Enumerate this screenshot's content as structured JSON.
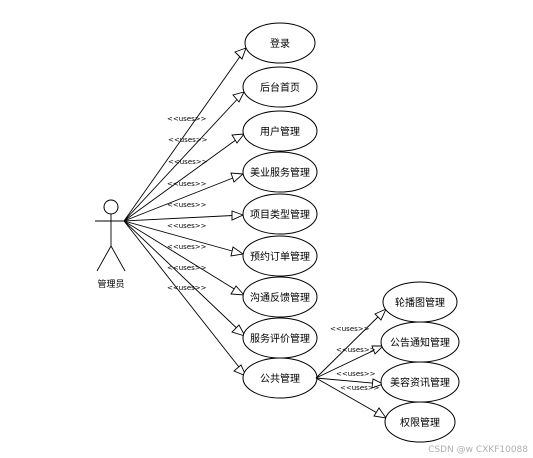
{
  "actor": {
    "label": "管理员"
  },
  "use_cases": [
    {
      "id": "uc1",
      "label": "登录"
    },
    {
      "id": "uc2",
      "label": "后台首页"
    },
    {
      "id": "uc3",
      "label": "用户管理"
    },
    {
      "id": "uc4",
      "label": "美业服务管理"
    },
    {
      "id": "uc5",
      "label": "项目类型管理"
    },
    {
      "id": "uc6",
      "label": "预约订单管理"
    },
    {
      "id": "uc7",
      "label": "沟通反馈管理"
    },
    {
      "id": "uc8",
      "label": "服务评价管理"
    },
    {
      "id": "uc9",
      "label": "公共管理"
    }
  ],
  "sub_use_cases": [
    {
      "id": "sub1",
      "label": "轮播图管理"
    },
    {
      "id": "sub2",
      "label": "公告通知管理"
    },
    {
      "id": "sub3",
      "label": "美容资讯管理"
    },
    {
      "id": "sub4",
      "label": "权限管理"
    }
  ],
  "stereotype": "<<uses>>",
  "watermark": "CSDN @w CXKF10088"
}
